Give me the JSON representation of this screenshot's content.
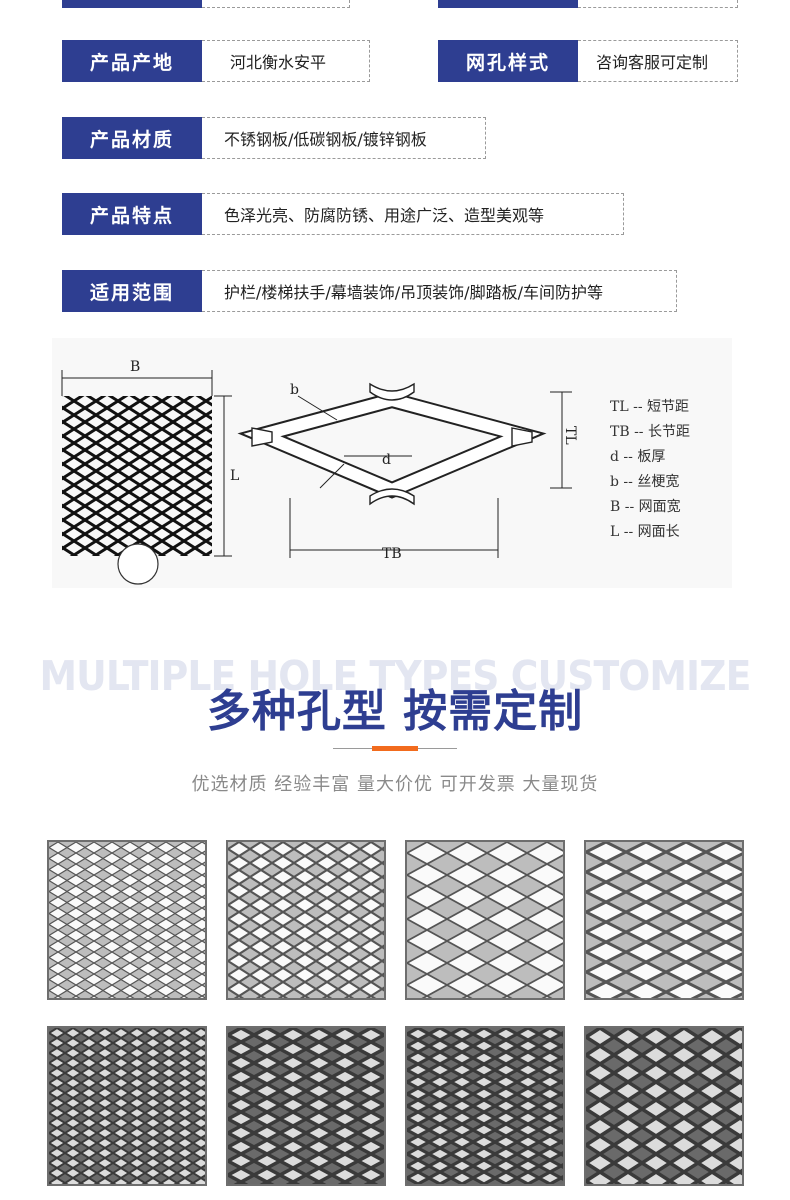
{
  "specs": [
    {
      "label": "产品产地",
      "value": "河北衡水安平"
    },
    {
      "label": "网孔样式",
      "value": "咨询客服可定制"
    },
    {
      "label": "产品材质",
      "value": "不锈钢板/低碳钢板/镀锌钢板"
    },
    {
      "label": "产品特点",
      "value": "色泽光亮、防腐防锈、用途广泛、造型美观等"
    },
    {
      "label": "适用范围",
      "value": "护栏/楼梯扶手/幕墙装饰/吊顶装饰/脚踏板/车间防护等"
    }
  ],
  "diagram": {
    "labels": {
      "B": "B",
      "L": "L",
      "b": "b",
      "d": "d",
      "TL": "TL",
      "TB": "TB"
    },
    "legend": [
      "TL -- 短节距",
      "TB -- 长节距",
      "d -- 板厚",
      "b -- 丝梗宽",
      "B -- 网面宽",
      "L -- 网面长"
    ]
  },
  "section": {
    "bg_title": "MULTIPLE HOLE TYPES CUSTOMIZE",
    "title": "多种孔型 按需定制",
    "subtitle": "优选材质 经验丰富 量大价优 可开发票 大量现货",
    "accent": "#f26b1d",
    "brand": "#2e3e91"
  },
  "mesh_samples": [
    {
      "name": "mesh-sample-1",
      "cell_w": 18,
      "cell_h": 11,
      "stroke": 1.2,
      "dark": false
    },
    {
      "name": "mesh-sample-2",
      "cell_w": 22,
      "cell_h": 14,
      "stroke": 2.2,
      "dark": false
    },
    {
      "name": "mesh-sample-3",
      "cell_w": 40,
      "cell_h": 22,
      "stroke": 1.8,
      "dark": false
    },
    {
      "name": "mesh-sample-4",
      "cell_w": 40,
      "cell_h": 20,
      "stroke": 3.0,
      "dark": false
    },
    {
      "name": "mesh-sample-5",
      "cell_w": 16,
      "cell_h": 10,
      "stroke": 2.0,
      "dark": true
    },
    {
      "name": "mesh-sample-6",
      "cell_w": 26,
      "cell_h": 14,
      "stroke": 3.5,
      "dark": true
    },
    {
      "name": "mesh-sample-7",
      "cell_w": 22,
      "cell_h": 12,
      "stroke": 3.2,
      "dark": true
    },
    {
      "name": "mesh-sample-8",
      "cell_w": 28,
      "cell_h": 18,
      "stroke": 3.5,
      "dark": true
    }
  ]
}
